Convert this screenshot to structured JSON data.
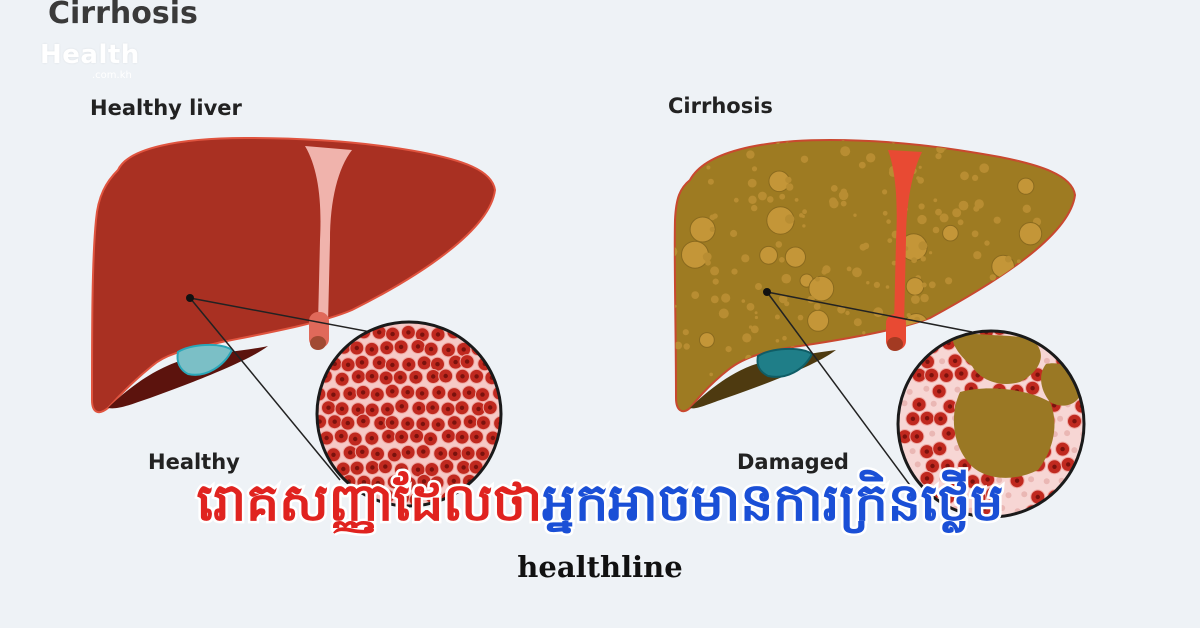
{
  "header": {
    "title": "Cirrhosis",
    "watermark": "Health",
    "watermark_sub": ".com.kh"
  },
  "labels": {
    "healthy_liver": "Healthy liver",
    "cirrhosis": "Cirrhosis",
    "healthy": "Healthy",
    "damaged": "Damaged"
  },
  "banner": {
    "part1": "រោគសញ្ញាដែលថា",
    "part2": "អ្នកអាចមានការក្រិនថ្លើម"
  },
  "brand": "healthline",
  "colors": {
    "healthy_liver": "#a93022",
    "cirrhotic_liver": "#9e7b22",
    "gallbladder_healthy": "#7bbfc6",
    "gallbladder_damaged": "#1f7e88",
    "banner_red": "#e0231f",
    "banner_blue": "#1a4fd6",
    "background": "#eef2f6"
  }
}
